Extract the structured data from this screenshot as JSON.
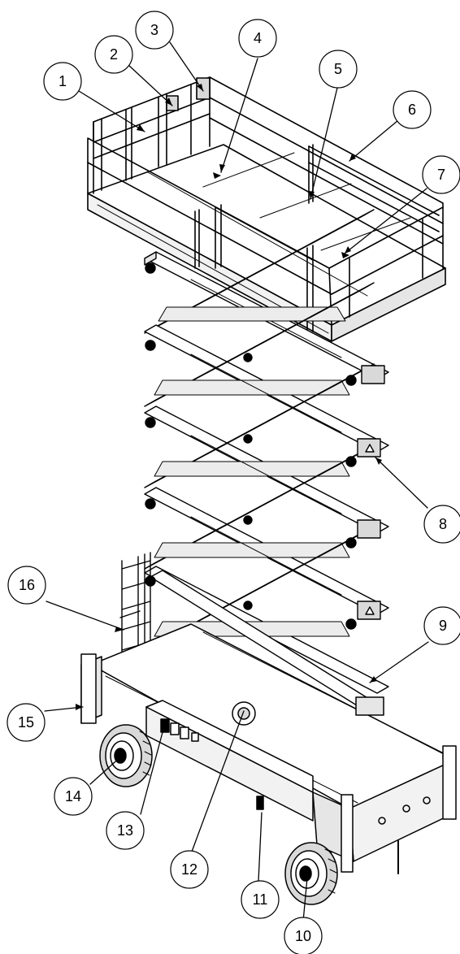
{
  "diagram": {
    "callouts": [
      {
        "label": "1"
      },
      {
        "label": "2"
      },
      {
        "label": "3"
      },
      {
        "label": "4"
      },
      {
        "label": "5"
      },
      {
        "label": "6"
      },
      {
        "label": "7"
      },
      {
        "label": "8"
      },
      {
        "label": "9"
      },
      {
        "label": "10"
      },
      {
        "label": "11"
      },
      {
        "label": "12"
      },
      {
        "label": "13"
      },
      {
        "label": "14"
      },
      {
        "label": "15"
      },
      {
        "label": "16"
      }
    ],
    "colors": {
      "line": "#000000",
      "background": "#ffffff",
      "shade": "#d9d9d9"
    }
  }
}
